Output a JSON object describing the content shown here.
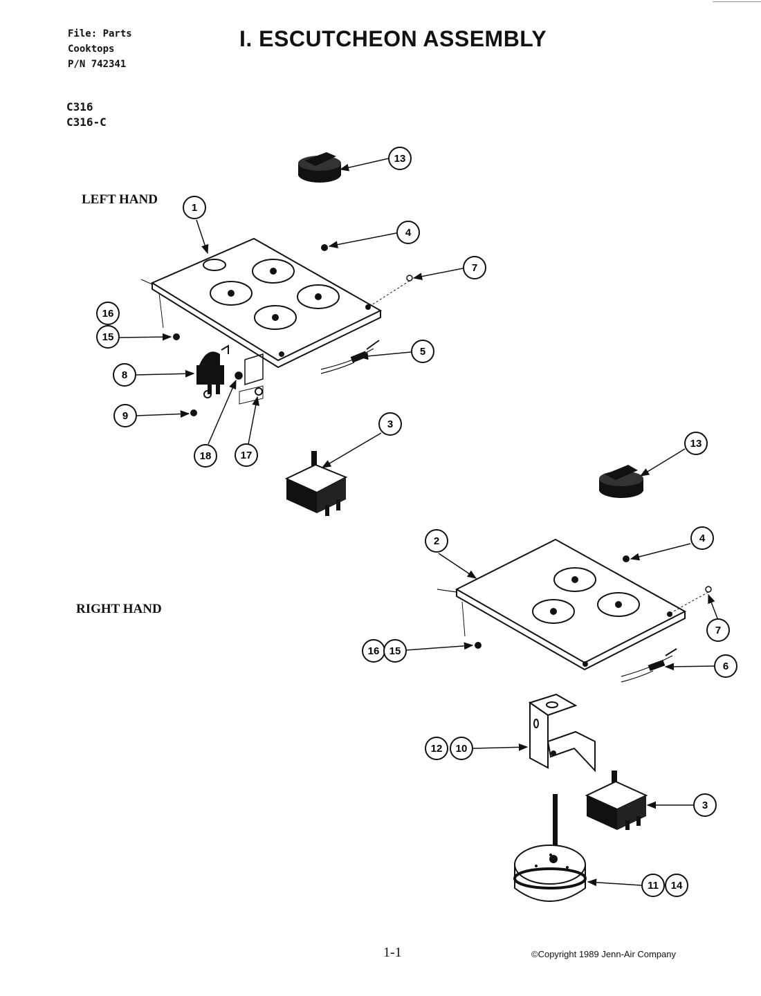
{
  "header": {
    "file_line": "File: Parts",
    "category_line": "Cooktops",
    "pn_line": "P/N 742341"
  },
  "models": [
    "C316",
    "C316-C"
  ],
  "title": "I. ESCUTCHEON ASSEMBLY",
  "sections": {
    "left": "LEFT HAND",
    "right": "RIGHT HAND"
  },
  "callouts": {
    "c13a": "13",
    "c1": "1",
    "c4a": "4",
    "c7a": "7",
    "c16a": "16",
    "c15a": "15",
    "c5": "5",
    "c8": "8",
    "c9": "9",
    "c18": "18",
    "c17": "17",
    "c3a": "3",
    "c13b": "13",
    "c2": "2",
    "c4b": "4",
    "c7b": "7",
    "c16b": "16",
    "c15b": "15",
    "c6": "6",
    "c12": "12",
    "c10": "10",
    "c3b": "3",
    "c11": "11",
    "c14": "14"
  },
  "footer": {
    "page": "1-1",
    "copyright": "©Copyright 1989 Jenn-Air Company"
  }
}
